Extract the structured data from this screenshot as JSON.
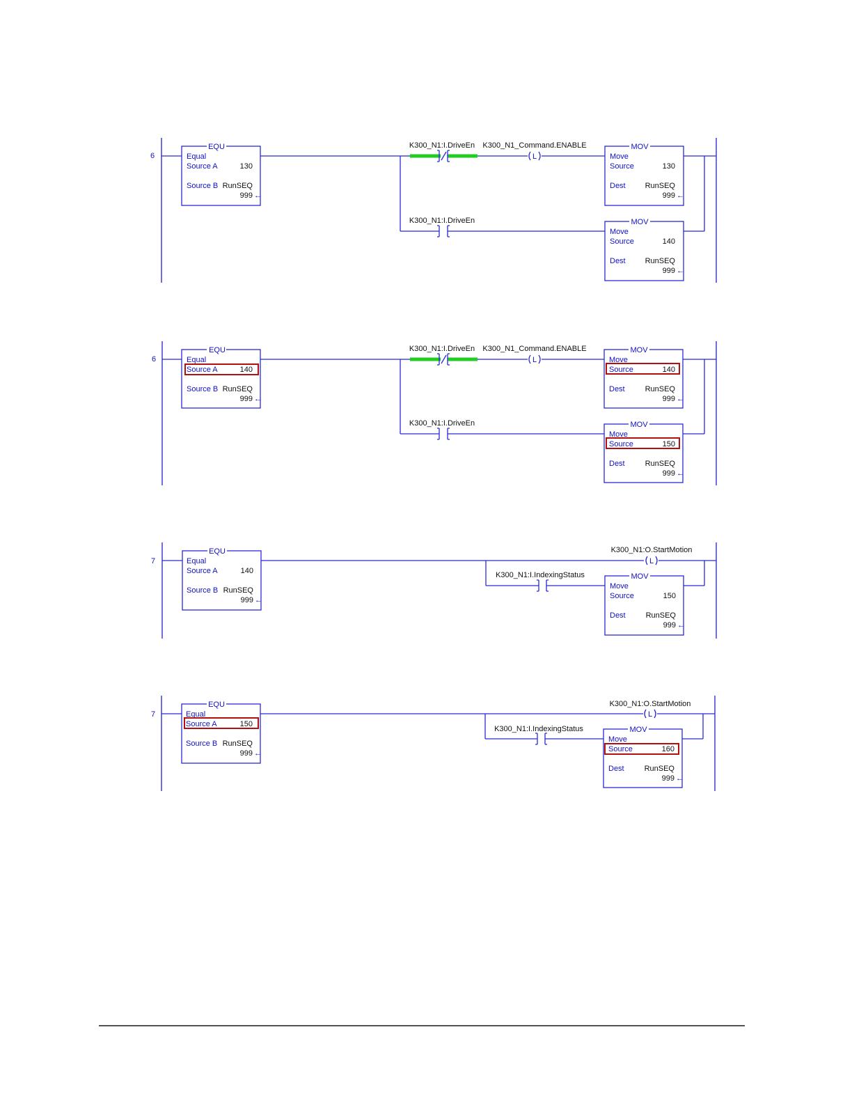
{
  "colors": {
    "wire": "#2828d8",
    "text": "#1010c8",
    "tag_text": "#101010",
    "highlight": "#b01010",
    "energized": "#22cc22"
  },
  "rungs": [
    {
      "number": "6",
      "equ": {
        "title": "EQU",
        "name": "Equal",
        "source_a_label": "Source A",
        "source_a_value": "130",
        "source_b_label": "Source B",
        "source_b_tag": "RunSEQ",
        "source_b_value": "999",
        "highlight_a": false
      },
      "contact1": {
        "tag": "K300_N1:I.DriveEn",
        "type": "XIO",
        "energized": true
      },
      "coil": {
        "tag": "K300_N1_Command.ENABLE",
        "symbol": "L"
      },
      "mov1": {
        "title": "MOV",
        "name": "Move",
        "source_label": "Source",
        "source_value": "130",
        "dest_label": "Dest",
        "dest_tag": "RunSEQ",
        "dest_value": "999",
        "highlight": false
      },
      "contact2": {
        "tag": "K300_N1:I.DriveEn",
        "type": "XIC"
      },
      "mov2": {
        "title": "MOV",
        "name": "Move",
        "source_label": "Source",
        "source_value": "140",
        "dest_label": "Dest",
        "dest_tag": "RunSEQ",
        "dest_value": "999",
        "highlight": false
      }
    },
    {
      "number": "6",
      "equ": {
        "title": "EQU",
        "name": "Equal",
        "source_a_label": "Source A",
        "source_a_value": "140",
        "source_b_label": "Source B",
        "source_b_tag": "RunSEQ",
        "source_b_value": "999",
        "highlight_a": true
      },
      "contact1": {
        "tag": "K300_N1:I.DriveEn",
        "type": "XIO",
        "energized": true
      },
      "coil": {
        "tag": "K300_N1_Command.ENABLE",
        "symbol": "L"
      },
      "mov1": {
        "title": "MOV",
        "name": "Move",
        "source_label": "Source",
        "source_value": "140",
        "dest_label": "Dest",
        "dest_tag": "RunSEQ",
        "dest_value": "999",
        "highlight": true
      },
      "contact2": {
        "tag": "K300_N1:I.DriveEn",
        "type": "XIC"
      },
      "mov2": {
        "title": "MOV",
        "name": "Move",
        "source_label": "Source",
        "source_value": "150",
        "dest_label": "Dest",
        "dest_tag": "RunSEQ",
        "dest_value": "999",
        "highlight": true
      }
    },
    {
      "number": "7",
      "equ": {
        "title": "EQU",
        "name": "Equal",
        "source_a_label": "Source A",
        "source_a_value": "140",
        "source_b_label": "Source B",
        "source_b_tag": "RunSEQ",
        "source_b_value": "999",
        "highlight_a": false
      },
      "coil": {
        "tag": "K300_N1:O.StartMotion",
        "symbol": "L"
      },
      "contact": {
        "tag": "K300_N1:I.IndexingStatus",
        "type": "XIC"
      },
      "mov": {
        "title": "MOV",
        "name": "Move",
        "source_label": "Source",
        "source_value": "150",
        "dest_label": "Dest",
        "dest_tag": "RunSEQ",
        "dest_value": "999",
        "highlight": false
      }
    },
    {
      "number": "7",
      "equ": {
        "title": "EQU",
        "name": "Equal",
        "source_a_label": "Source A",
        "source_a_value": "150",
        "source_b_label": "Source B",
        "source_b_tag": "RunSEQ",
        "source_b_value": "999",
        "highlight_a": true
      },
      "coil": {
        "tag": "K300_N1:O.StartMotion",
        "symbol": "L"
      },
      "contact": {
        "tag": "K300_N1:I.IndexingStatus",
        "type": "XIC"
      },
      "mov": {
        "title": "MOV",
        "name": "Move",
        "source_label": "Source",
        "source_value": "160",
        "dest_label": "Dest",
        "dest_tag": "RunSEQ",
        "dest_value": "999",
        "highlight": true
      }
    }
  ]
}
